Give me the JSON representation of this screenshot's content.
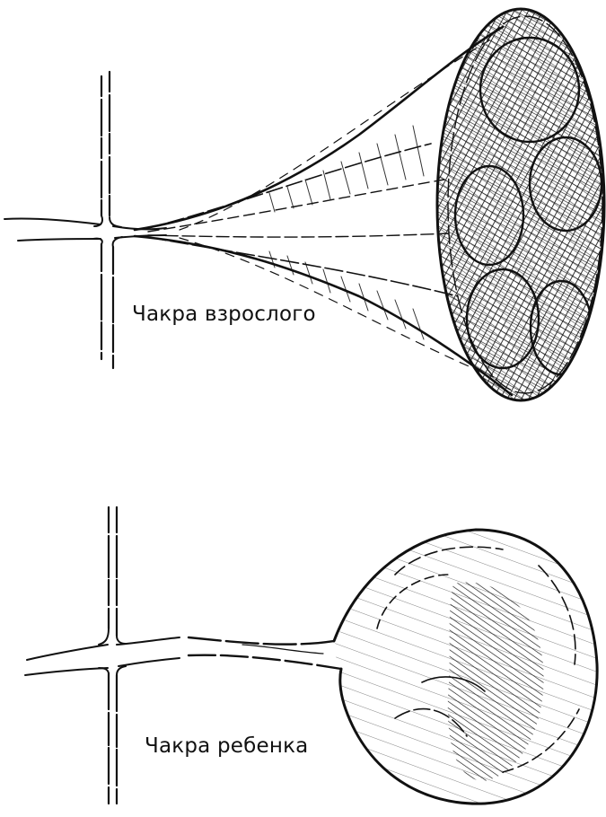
{
  "figures": [
    {
      "id": "adult",
      "label": "Чакра взрослого"
    },
    {
      "id": "child",
      "label": "Чакра ребенка"
    }
  ],
  "colors": {
    "ink": "#111111",
    "paper": "#ffffff"
  }
}
